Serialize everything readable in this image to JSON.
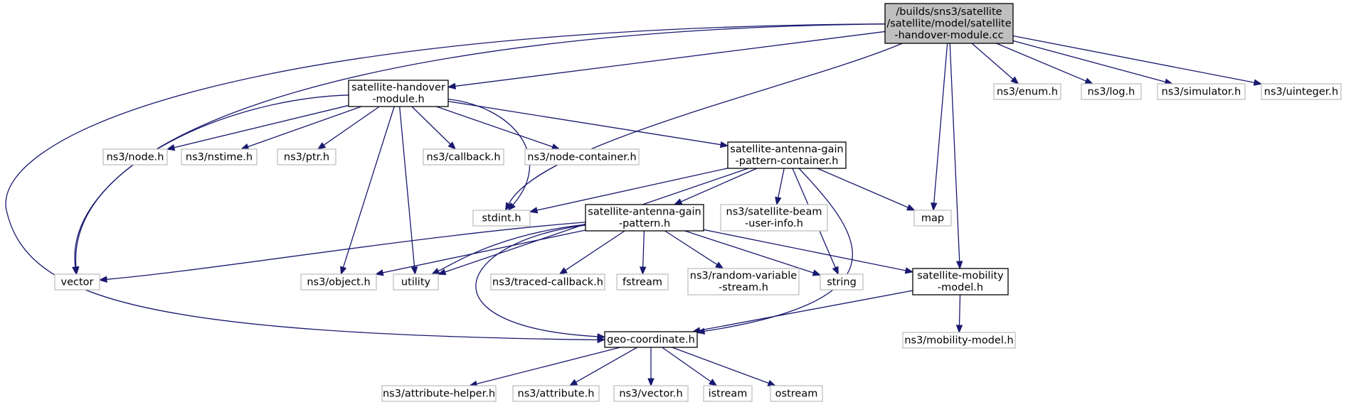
{
  "colors": {
    "edge": "#191970",
    "root_fill": "#bfbfbf",
    "root_stroke": "#000000",
    "local_stroke": "#000000",
    "system_stroke": "#bfbfbf",
    "fill": "#ffffff"
  },
  "nodes": [
    {
      "id": "root",
      "kind": "root",
      "lines": [
        "/builds/sns3/satellite",
        "/satellite/model/satellite",
        "-handover-module.cc"
      ]
    },
    {
      "id": "handover_h",
      "kind": "local",
      "lines": [
        "satellite-handover",
        "-module.h"
      ]
    },
    {
      "id": "enum_h",
      "kind": "system",
      "lines": [
        "ns3/enum.h"
      ]
    },
    {
      "id": "log_h",
      "kind": "system",
      "lines": [
        "ns3/log.h"
      ]
    },
    {
      "id": "simulator_h",
      "kind": "system",
      "lines": [
        "ns3/simulator.h"
      ]
    },
    {
      "id": "uinteger_h",
      "kind": "system",
      "lines": [
        "ns3/uinteger.h"
      ]
    },
    {
      "id": "node_h",
      "kind": "system",
      "lines": [
        "ns3/node.h"
      ]
    },
    {
      "id": "nstime_h",
      "kind": "system",
      "lines": [
        "ns3/nstime.h"
      ]
    },
    {
      "id": "ptr_h",
      "kind": "system",
      "lines": [
        "ns3/ptr.h"
      ]
    },
    {
      "id": "callback_h",
      "kind": "system",
      "lines": [
        "ns3/callback.h"
      ]
    },
    {
      "id": "node_container_h",
      "kind": "system",
      "lines": [
        "ns3/node-container.h"
      ]
    },
    {
      "id": "gain_container_h",
      "kind": "local",
      "lines": [
        "satellite-antenna-gain",
        "-pattern-container.h"
      ]
    },
    {
      "id": "stdint_h",
      "kind": "system",
      "lines": [
        "stdint.h"
      ]
    },
    {
      "id": "gain_pattern_h",
      "kind": "local",
      "lines": [
        "satellite-antenna-gain",
        "-pattern.h"
      ]
    },
    {
      "id": "beam_user_info_h",
      "kind": "system",
      "lines": [
        "ns3/satellite-beam",
        "-user-info.h"
      ]
    },
    {
      "id": "map",
      "kind": "system",
      "lines": [
        "map"
      ]
    },
    {
      "id": "vector",
      "kind": "system",
      "lines": [
        "vector"
      ]
    },
    {
      "id": "object_h",
      "kind": "system",
      "lines": [
        "ns3/object.h"
      ]
    },
    {
      "id": "utility",
      "kind": "system",
      "lines": [
        "utility"
      ]
    },
    {
      "id": "traced_callback_h",
      "kind": "system",
      "lines": [
        "ns3/traced-callback.h"
      ]
    },
    {
      "id": "fstream",
      "kind": "system",
      "lines": [
        "fstream"
      ]
    },
    {
      "id": "random_variable_h",
      "kind": "system",
      "lines": [
        "ns3/random-variable",
        "-stream.h"
      ]
    },
    {
      "id": "string",
      "kind": "system",
      "lines": [
        "string"
      ]
    },
    {
      "id": "mobility_h",
      "kind": "local",
      "lines": [
        "satellite-mobility",
        "-model.h"
      ]
    },
    {
      "id": "geo_h",
      "kind": "local",
      "lines": [
        "geo-coordinate.h"
      ]
    },
    {
      "id": "mobility_model_h",
      "kind": "system",
      "lines": [
        "ns3/mobility-model.h"
      ]
    },
    {
      "id": "attribute_helper_h",
      "kind": "system",
      "lines": [
        "ns3/attribute-helper.h"
      ]
    },
    {
      "id": "attribute_h",
      "kind": "system",
      "lines": [
        "ns3/attribute.h"
      ]
    },
    {
      "id": "vector_h",
      "kind": "system",
      "lines": [
        "ns3/vector.h"
      ]
    },
    {
      "id": "istream",
      "kind": "system",
      "lines": [
        "istream"
      ]
    },
    {
      "id": "ostream",
      "kind": "system",
      "lines": [
        "ostream"
      ]
    }
  ],
  "edges": [
    [
      "root",
      "handover_h"
    ],
    [
      "root",
      "enum_h"
    ],
    [
      "root",
      "log_h"
    ],
    [
      "root",
      "simulator_h"
    ],
    [
      "root",
      "uinteger_h"
    ],
    [
      "root",
      "vector"
    ],
    [
      "root",
      "geo_h"
    ],
    [
      "root",
      "stdint_h"
    ],
    [
      "root",
      "map"
    ],
    [
      "root",
      "mobility_h"
    ],
    [
      "handover_h",
      "node_h"
    ],
    [
      "handover_h",
      "nstime_h"
    ],
    [
      "handover_h",
      "ptr_h"
    ],
    [
      "handover_h",
      "callback_h"
    ],
    [
      "handover_h",
      "node_container_h"
    ],
    [
      "handover_h",
      "gain_container_h"
    ],
    [
      "handover_h",
      "stdint_h"
    ],
    [
      "handover_h",
      "vector"
    ],
    [
      "handover_h",
      "object_h"
    ],
    [
      "handover_h",
      "utility"
    ],
    [
      "gain_container_h",
      "stdint_h"
    ],
    [
      "gain_container_h",
      "gain_pattern_h"
    ],
    [
      "gain_container_h",
      "beam_user_info_h"
    ],
    [
      "gain_container_h",
      "map"
    ],
    [
      "gain_container_h",
      "utility"
    ],
    [
      "gain_container_h",
      "string"
    ],
    [
      "gain_container_h",
      "geo_h"
    ],
    [
      "gain_pattern_h",
      "vector"
    ],
    [
      "gain_pattern_h",
      "object_h"
    ],
    [
      "gain_pattern_h",
      "utility"
    ],
    [
      "gain_pattern_h",
      "traced_callback_h"
    ],
    [
      "gain_pattern_h",
      "fstream"
    ],
    [
      "gain_pattern_h",
      "random_variable_h"
    ],
    [
      "gain_pattern_h",
      "string"
    ],
    [
      "gain_pattern_h",
      "mobility_h"
    ],
    [
      "gain_pattern_h",
      "geo_h"
    ],
    [
      "mobility_h",
      "geo_h"
    ],
    [
      "mobility_h",
      "mobility_model_h"
    ],
    [
      "geo_h",
      "attribute_helper_h"
    ],
    [
      "geo_h",
      "attribute_h"
    ],
    [
      "geo_h",
      "vector_h"
    ],
    [
      "geo_h",
      "istream"
    ],
    [
      "geo_h",
      "ostream"
    ]
  ]
}
